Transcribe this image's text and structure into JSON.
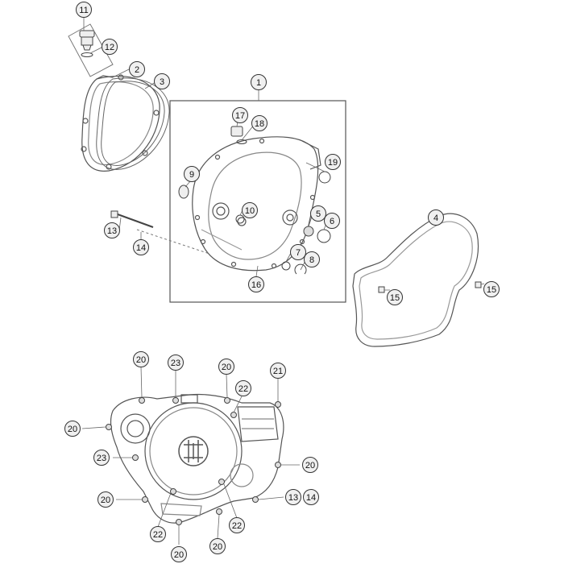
{
  "theme": {
    "line": "#555555",
    "light": "#9a9a9a",
    "badge_fill": "#f0f0f0",
    "badge_stroke": "#333333",
    "text": "#111111"
  },
  "callouts": {
    "c1": "1",
    "c2": "2",
    "c3": "3",
    "c4": "4",
    "c5": "5",
    "c6": "6",
    "c7": "7",
    "c8": "8",
    "c9": "9",
    "c10": "10",
    "c11": "11",
    "c12": "12",
    "c13a": "13",
    "c14a": "14",
    "c15a": "15",
    "c15b": "15",
    "c16": "16",
    "c17": "17",
    "c18": "18",
    "c19": "19",
    "c20a": "20",
    "c20b": "20",
    "c20c": "20",
    "c20d": "20",
    "c20e": "20",
    "c20f": "20",
    "c20g": "20",
    "c21": "21",
    "c22a": "22",
    "c22b": "22",
    "c22c": "22",
    "c23a": "23",
    "c23b": "23",
    "c13b": "13",
    "c14b": "14"
  }
}
